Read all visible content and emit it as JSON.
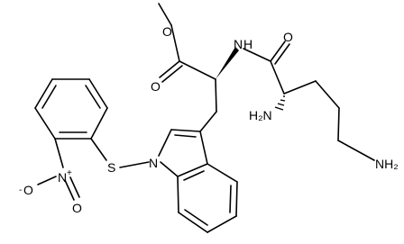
{
  "molecule": {
    "atom_labels": {
      "ester_o": "O",
      "carbonyl_o": "O",
      "amide_nh": "N",
      "amide_h": "H",
      "amide_o": "O",
      "alpha_nh2": "H₂N",
      "terminal_nh2": "NH₂",
      "sulfur": "S",
      "indole_n": "N",
      "nitro_n": "N",
      "nitro_n_charge": "+",
      "nitro_o_minus": "O",
      "nitro_o_minus_charge": "-",
      "nitro_o": "O"
    }
  }
}
